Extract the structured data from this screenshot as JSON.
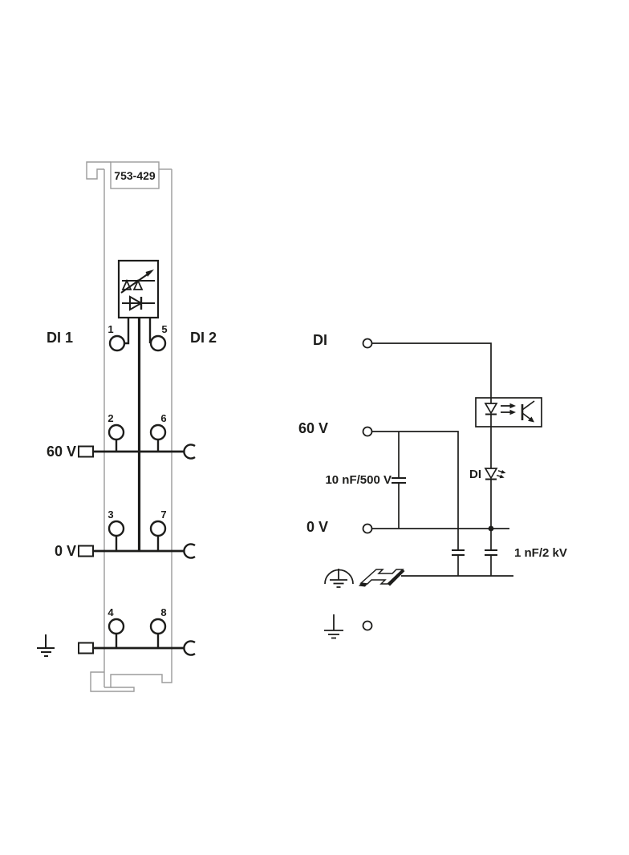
{
  "colors": {
    "ink": "#1d1d1b",
    "module_outline": "#9b9b9b",
    "background": "#ffffff"
  },
  "module": {
    "part_number": "753-429",
    "channel_left_label": "DI 1",
    "channel_right_label": "DI 2",
    "supply_label": "60 V",
    "zero_volt_label": "0 V",
    "terminals": {
      "t1": "1",
      "t2": "2",
      "t3": "3",
      "t4": "4",
      "t5": "5",
      "t6": "6",
      "t7": "7",
      "t8": "8"
    }
  },
  "schematic": {
    "input_label": "DI",
    "supply_label": "60 V",
    "zero_volt_label": "0 V",
    "filter_cap_label": "10 nF/500 V",
    "status_led_label": "DI",
    "surge_cap_label": "1 nF/2 kV"
  }
}
